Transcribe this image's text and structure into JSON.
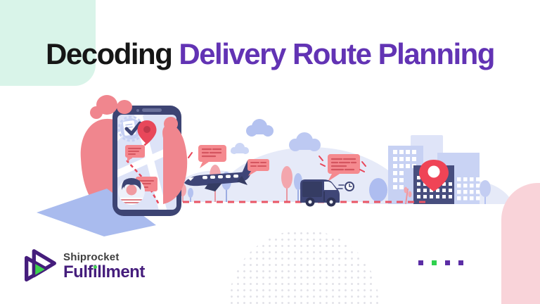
{
  "title": {
    "prefix": "Decoding",
    "highlight": "Delivery Route Planning"
  },
  "logo": {
    "brand": "Shiprocket",
    "product": "Fulfillment"
  },
  "colors": {
    "background": "#ffffff",
    "mint_block": "#d9f4e9",
    "title_black": "#161616",
    "title_purple": "#6233b4",
    "logo_purple": "#451d7c",
    "logo_green": "#3ed24e",
    "hand_salmon": "#f0868e",
    "sleeve_periwinkle": "#a9bbee",
    "navy_dark": "#3e4577",
    "map_screen": "#dde3f7",
    "route_red": "#e8475a",
    "bubble_salmon": "#f58a8f",
    "bubble_lines": "#d4555f",
    "cloud_periwinkle": "#b4c2f0",
    "hill_lavender": "#e6eaf8",
    "building_light": "#c7d1f3",
    "building_lighter": "#dfe4f8",
    "building_dark": "#474e7e",
    "pin_red": "#ef4456",
    "pink_corner": "#f9d3d9",
    "dot_pattern": "#e2e2e8"
  },
  "decor": {
    "squares": [
      "#5b2da5",
      "#2fd14e",
      "#5b2da5",
      "#5b2da5"
    ]
  },
  "illustration": {
    "description": "Hand holding a smartphone showing a map route, with airplane, delivery van and city buildings along a dashed delivery route",
    "icons": [
      "hand-phone-icon",
      "checklist-badge-icon",
      "map-pin-icon",
      "chat-bubble-icon",
      "avatar",
      "airplane-icon",
      "cloud-icon",
      "tree-icon",
      "delivery-van-icon",
      "clock-icon",
      "buildings-icon",
      "destination-pin-icon",
      "dashed-route-line"
    ]
  }
}
